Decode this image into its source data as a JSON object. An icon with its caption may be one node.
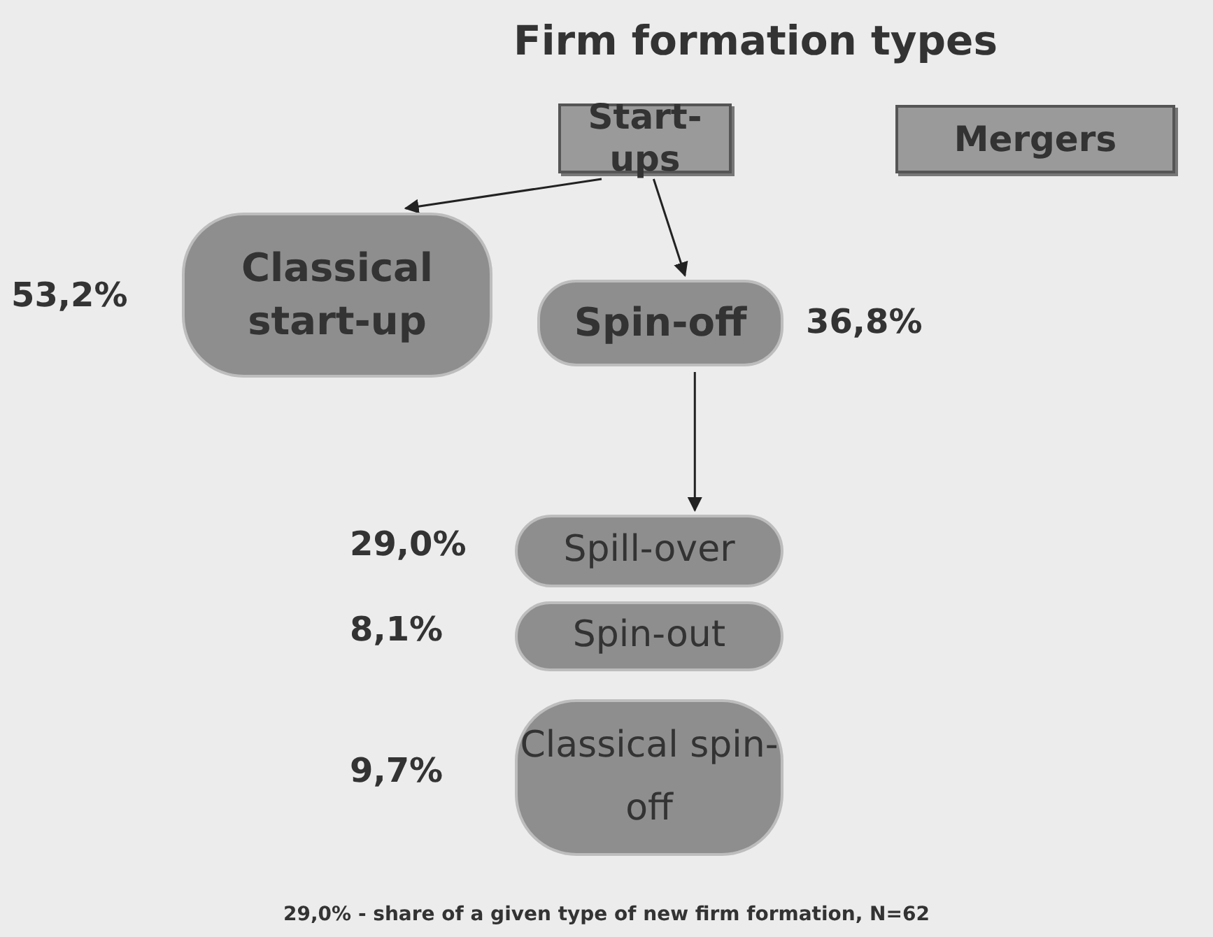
{
  "diagram": {
    "title": "Firm formation types",
    "nodes": [
      {
        "text": [
          "Start-ups"
        ]
      },
      {
        "text": [
          "Mergers"
        ]
      },
      {
        "text": [
          "Classical start-up"
        ],
        "beside": [
          "53,2%"
        ]
      },
      {
        "text": [
          "Spin-off"
        ],
        "beside": [
          "36,8%"
        ]
      },
      {
        "text": [
          "Spill-over"
        ],
        "beside": [
          "29,0%"
        ]
      },
      {
        "text": [
          "Spin-out"
        ],
        "beside": [
          "8,1%"
        ]
      },
      {
        "text": [
          "Classical spin-off"
        ],
        "beside": [
          "9,7%"
        ]
      }
    ],
    "edges": [
      {
        "from": 0,
        "to": 2,
        "arrow": "to"
      },
      {
        "from": 0,
        "to": 3,
        "arrow": "to"
      },
      {
        "from": 3,
        "to": 4,
        "arrow": "to"
      }
    ],
    "caption": "29,0% - share of a given type of new firm formation, N=62"
  }
}
